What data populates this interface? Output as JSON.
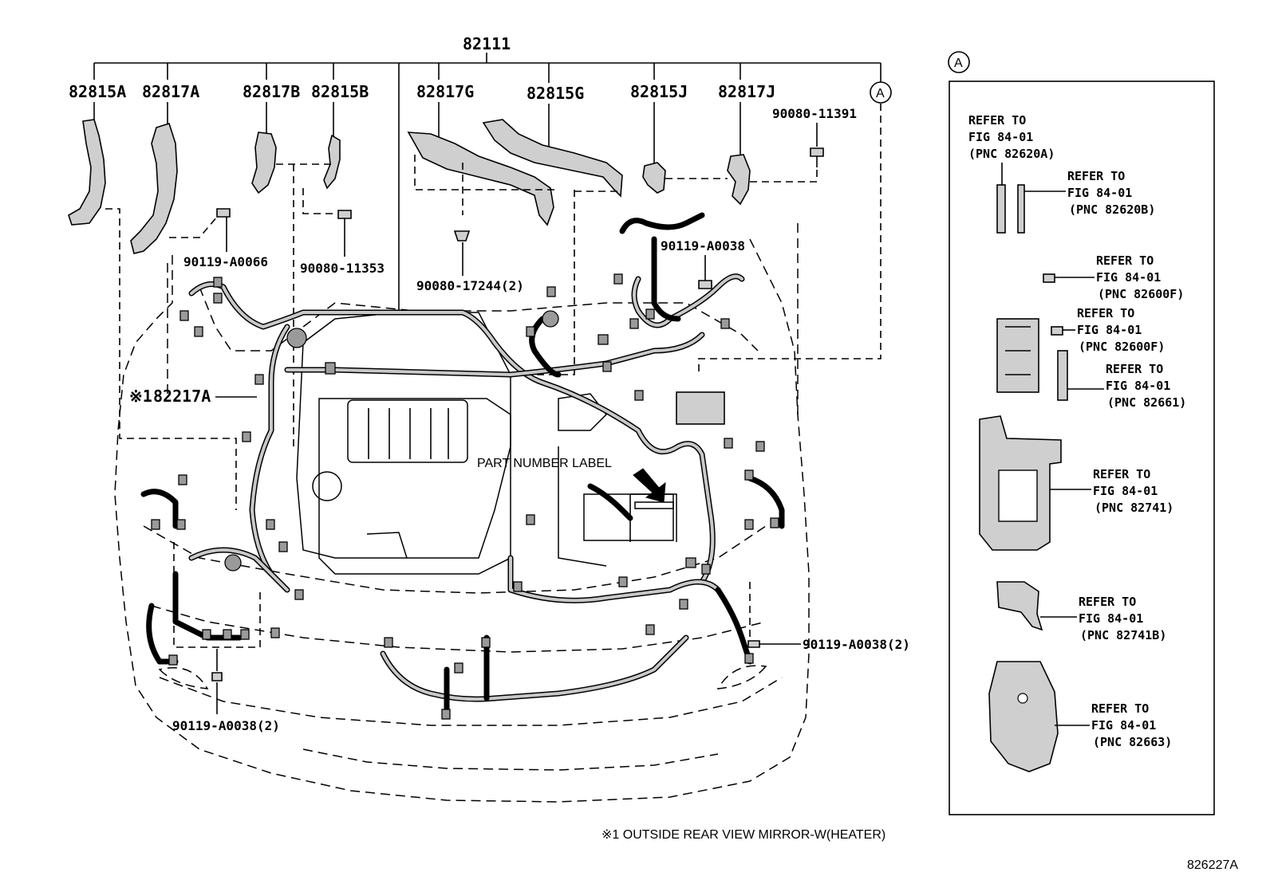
{
  "main_part": "82111",
  "parts_top": [
    "82815A",
    "82817A",
    "82817B",
    "82815B",
    "82817G",
    "82815G",
    "82815J",
    "82817J"
  ],
  "callout_a": "A",
  "fasteners": {
    "f_90080_11391": "90080-11391",
    "f_90119_A0066": "90119-A0066",
    "f_90080_11353": "90080-11353",
    "f_90080_17244": "90080-17244(2)",
    "f_90119_A0038": "90119-A0038",
    "f_90119_A0038_right": "90119-A0038(2)",
    "f_90119_A0038_left": "90119-A0038(2)"
  },
  "mirror_part": {
    "mark": "※1",
    "number": "82217A"
  },
  "part_number_label": "PART NUMBER LABEL",
  "inset": {
    "header": "A",
    "refs": [
      {
        "l1": "REFER TO",
        "l2": "FIG 84-01",
        "l3": "(PNC 82620A)"
      },
      {
        "l1": "REFER TO",
        "l2": "FIG 84-01",
        "l3": "(PNC 82620B)"
      },
      {
        "l1": "REFER TO",
        "l2": "FIG 84-01",
        "l3": "(PNC 82600F)"
      },
      {
        "l1": "REFER TO",
        "l2": "FIG 84-01",
        "l3": "(PNC 82600F)"
      },
      {
        "l1": "REFER TO",
        "l2": "FIG 84-01",
        "l3": "(PNC 82661)"
      },
      {
        "l1": "REFER TO",
        "l2": "FIG 84-01",
        "l3": "(PNC 82741)"
      },
      {
        "l1": "REFER TO",
        "l2": "FIG 84-01",
        "l3": "(PNC 82741B)"
      },
      {
        "l1": "REFER TO",
        "l2": "FIG 84-01",
        "l3": "(PNC 82663)"
      }
    ]
  },
  "footnote": "※1 OUTSIDE REAR VIEW MIRROR-W(HEATER)",
  "figure_id": "826227A"
}
